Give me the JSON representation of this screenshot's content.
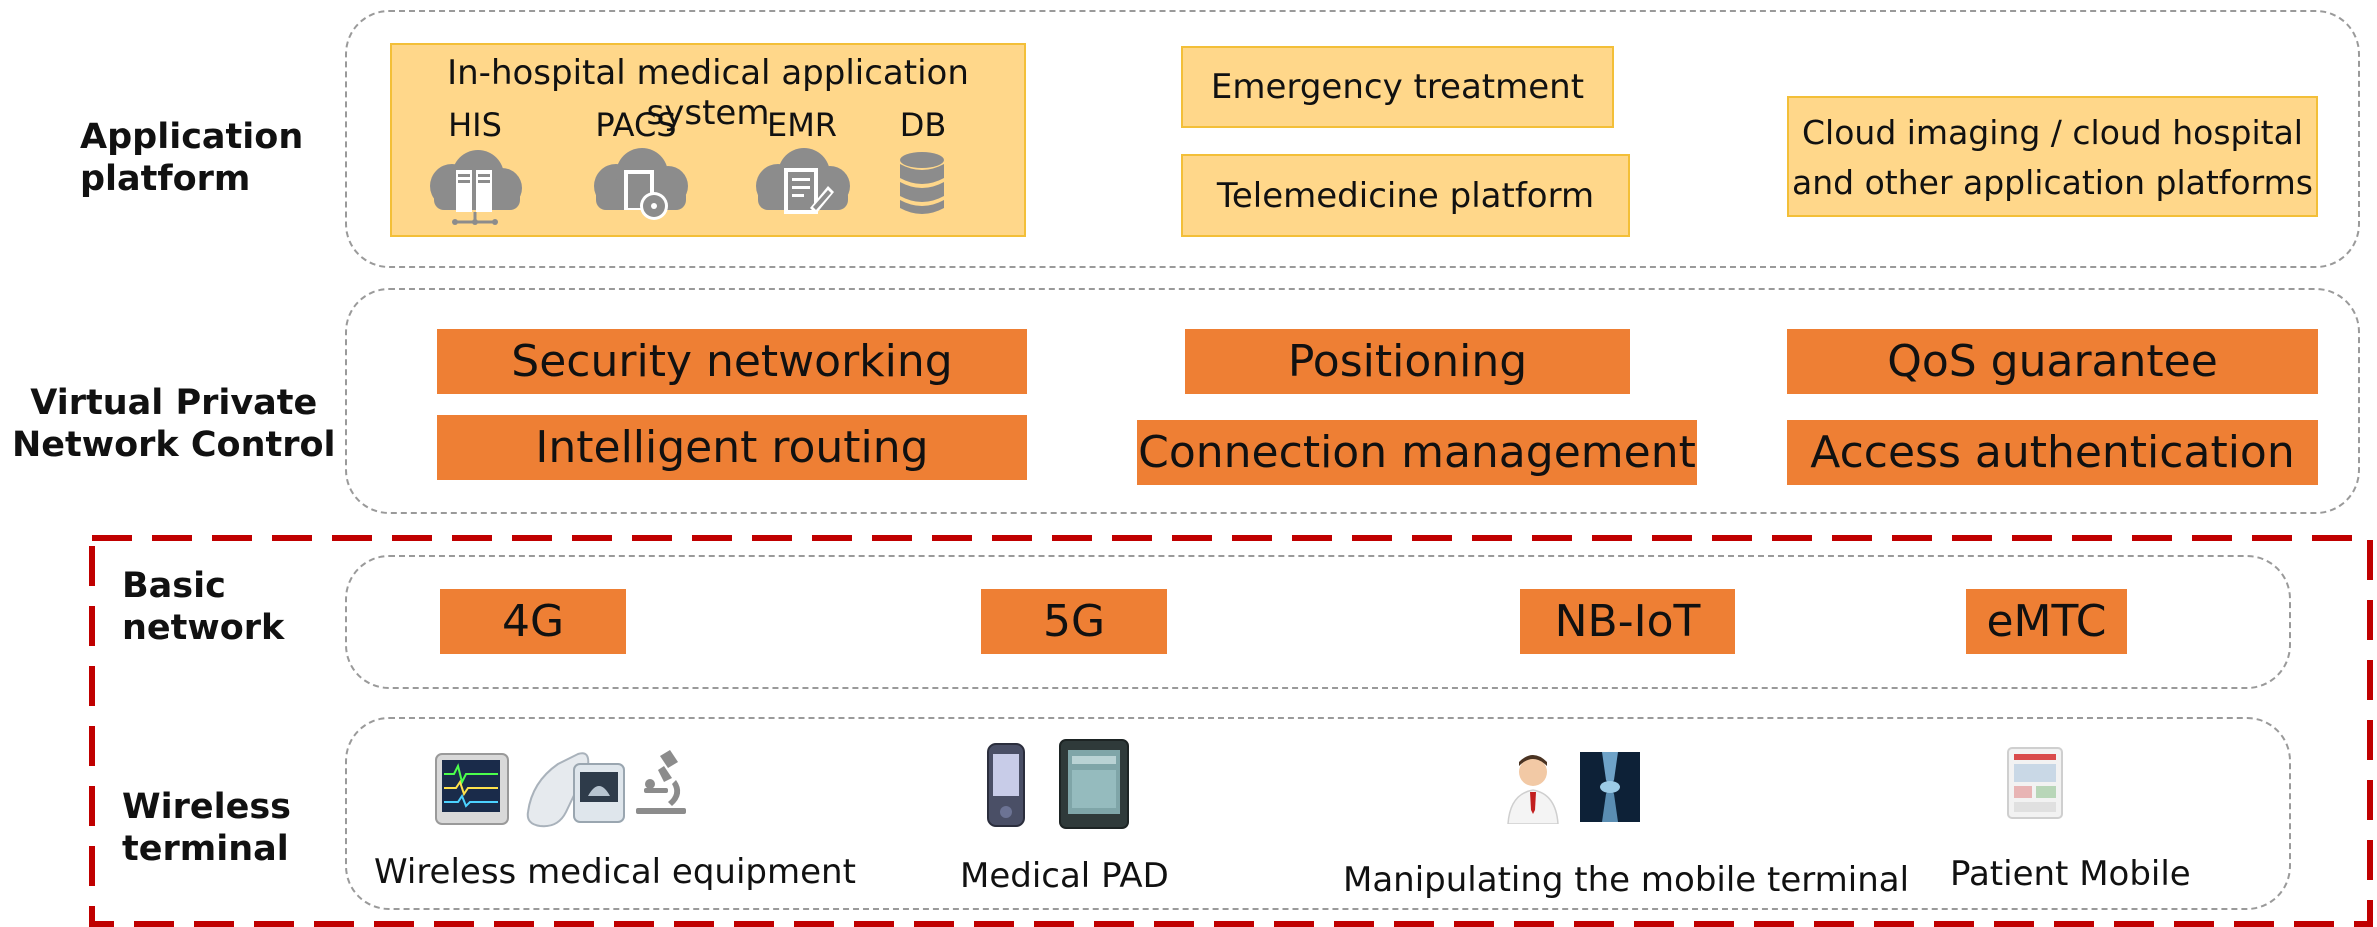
{
  "colors": {
    "yellow_fill": "#ffd78a",
    "yellow_border": "#f3bf38",
    "orange": "#ee7f34",
    "dashed_gray": "#9a9a9a",
    "red_dash": "#c00000"
  },
  "layers": {
    "application": {
      "label_line1": "Application",
      "label_line2": "platform"
    },
    "vpn": {
      "label_line1": "Virtual Private",
      "label_line2": "Network Control"
    },
    "basic": {
      "label_line1": "Basic",
      "label_line2": "network"
    },
    "wireless": {
      "label_line1": "Wireless",
      "label_line2": "terminal"
    }
  },
  "application": {
    "in_hospital": {
      "title": "In-hospital medical application system",
      "systems": [
        {
          "label": "HIS",
          "icon": "cloud-server-icon"
        },
        {
          "label": "PACS",
          "icon": "cloud-disc-icon"
        },
        {
          "label": "EMR",
          "icon": "cloud-document-icon"
        },
        {
          "label": "DB",
          "icon": "database-icon"
        }
      ]
    },
    "emergency": "Emergency treatment",
    "telemedicine": "Telemedicine platform",
    "cloud_line1": "Cloud imaging / cloud hospital",
    "cloud_line2": "and other application platforms"
  },
  "vpn": {
    "security_networking": "Security networking",
    "positioning": "Positioning",
    "qos": "QoS guarantee",
    "intelligent_routing": "Intelligent routing",
    "connection_management": "Connection management",
    "access_authentication": "Access authentication"
  },
  "basic_network": {
    "g4": "4G",
    "g5": "5G",
    "nbiot": "NB-IoT",
    "emtc": "eMTC"
  },
  "terminals": {
    "wireless_equipment": "Wireless medical equipment",
    "medical_pad": "Medical PAD",
    "mobile_terminal": "Manipulating the mobile terminal",
    "patient_mobile": "Patient Mobile"
  }
}
